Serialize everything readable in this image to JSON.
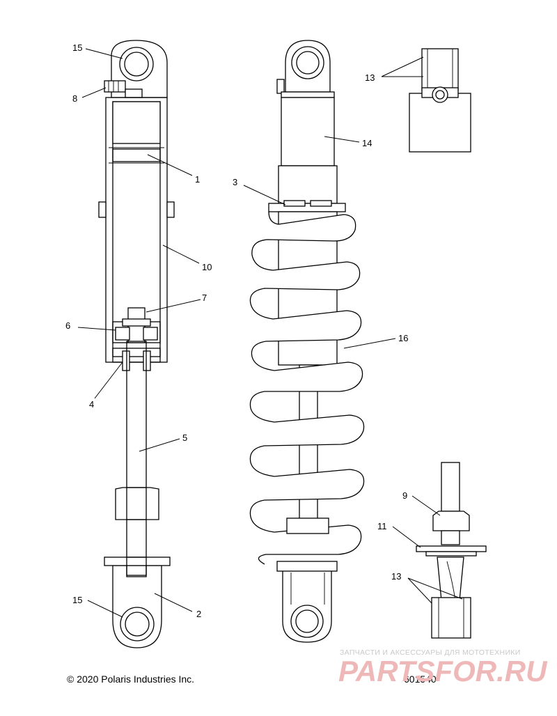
{
  "callouts": {
    "c15_top": "15",
    "c8": "8",
    "c1": "1",
    "c10": "10",
    "c7": "7",
    "c6": "6",
    "c4": "4",
    "c5": "5",
    "c15_bottom": "15",
    "c2": "2",
    "c3": "3",
    "c14": "14",
    "c16": "16",
    "c13_top": "13",
    "c9": "9",
    "c11": "11",
    "c13_bottom": "13"
  },
  "footer": {
    "copyright": "© 2020 Polaris Industries Inc.",
    "diagram_number": "601540"
  },
  "watermark": {
    "tagline": "ЗАПЧАСТИ И АКСЕССУАРЫ ДЛЯ МОТОТЕХНИКИ",
    "brand": "PARTSFOR.RU"
  },
  "colors": {
    "line": "#000000",
    "watermark_brand": "#efb8b8",
    "watermark_tagline": "#c9c9c9"
  }
}
